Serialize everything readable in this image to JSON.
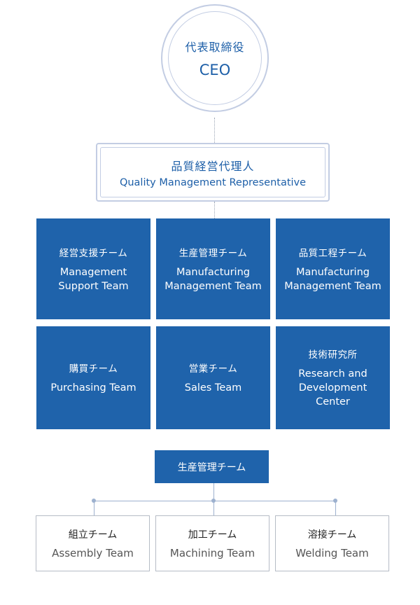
{
  "ceo": {
    "jp": "代表取締役",
    "en": "CEO"
  },
  "qmr": {
    "jp": "品質経営代理人",
    "en": "Quality Management Representative"
  },
  "teams": [
    {
      "jp": "経営支援チーム",
      "en": "Management\nSupport Team"
    },
    {
      "jp": "生産管理チーム",
      "en": "Manufacturing\nManagement Team"
    },
    {
      "jp": "品質工程チーム",
      "en": "Manufacturing\nManagement Team"
    },
    {
      "jp": "購買チーム",
      "en": "Purchasing Team"
    },
    {
      "jp": "営業チーム",
      "en": "Sales Team"
    },
    {
      "jp": "技術研究所",
      "en": "Research and\nDevelopment\nCenter"
    }
  ],
  "production_head": "生産管理チーム",
  "sub_teams": [
    {
      "jp": "組立チーム",
      "en": "Assembly Team"
    },
    {
      "jp": "加工チーム",
      "en": "Machining Team"
    },
    {
      "jp": "溶接チーム",
      "en": "Welding Team"
    }
  ],
  "colors": {
    "primary_blue": "#1f63ab",
    "outline": "#c3cde3",
    "connector": "#9db1cf"
  }
}
